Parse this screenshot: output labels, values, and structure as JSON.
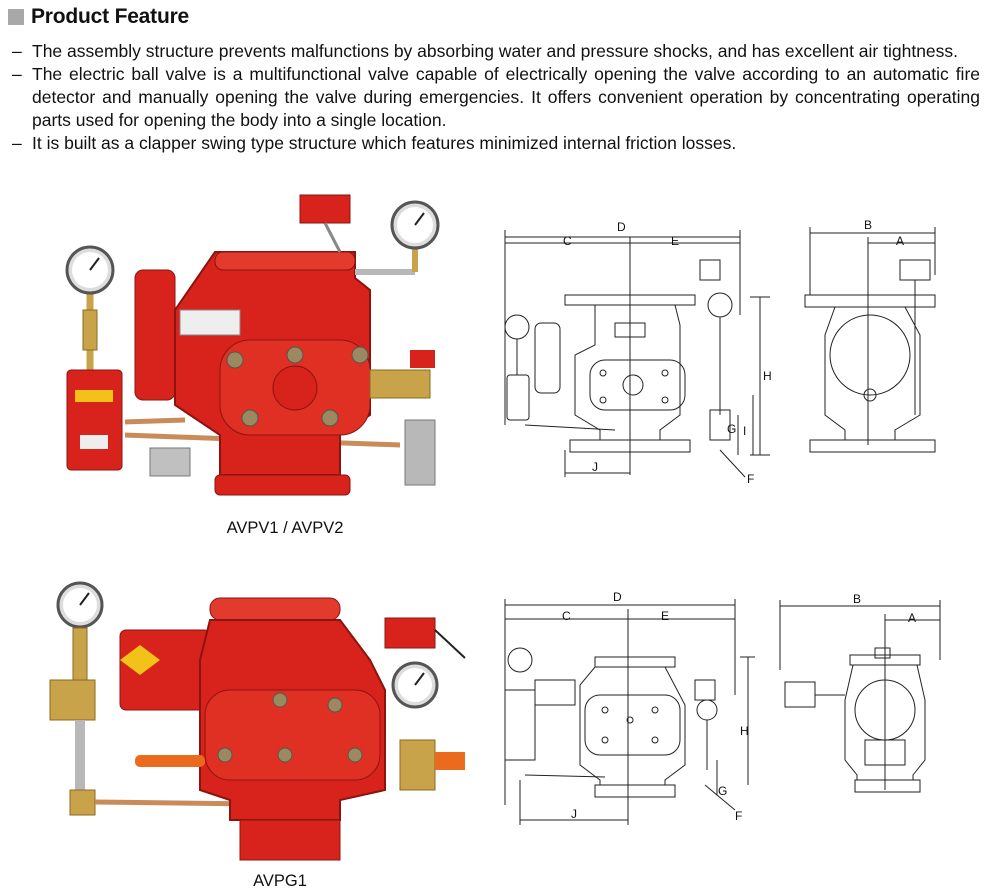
{
  "section": {
    "title": "Product Feature"
  },
  "features": [
    "The assembly structure prevents malfunctions by absorbing water and pressure shocks, and has excellent air tightness.",
    "The electric ball valve is a multifunctional valve capable of electrically opening the valve according to an automatic fire detector and manually opening the valve during emergencies. It offers convenient operation by concentrating operating parts used for opening the body into a single location.",
    "It is built as a clapper swing type structure which features minimized internal friction losses."
  ],
  "bullet_char": "–",
  "products": [
    {
      "caption": "AVPV1 / AVPV2",
      "dimension_labels": {
        "d": "D",
        "c": "C",
        "e": "E",
        "b": "B",
        "a": "A",
        "h": "H",
        "i": "I",
        "g": "G",
        "j": "J",
        "f": "F"
      }
    },
    {
      "caption": "AVPG1",
      "dimension_labels": {
        "d": "D",
        "c": "C",
        "e": "E",
        "b": "B",
        "a": "A",
        "h": "H",
        "g": "G",
        "j": "J",
        "f": "F"
      }
    }
  ],
  "colors": {
    "valve_red": "#d8231c",
    "brass": "#c9a34a",
    "steel": "#b8b8b8",
    "heading_square": "#a8a8a8"
  }
}
